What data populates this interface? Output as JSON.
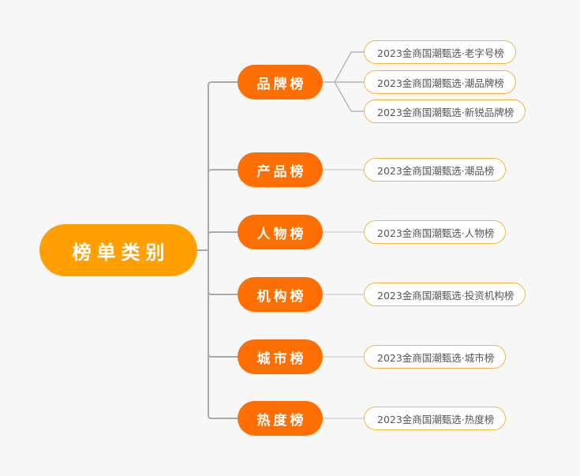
{
  "root": {
    "label": "榜单类别"
  },
  "categories": [
    {
      "label": "品牌榜",
      "items": [
        "2023金商国潮甄选·老字号榜",
        "2023金商国潮甄选·潮品牌榜",
        "2023金商国潮甄选·新锐品牌榜"
      ]
    },
    {
      "label": "产品榜",
      "items": [
        "2023金商国潮甄选·潮品榜"
      ]
    },
    {
      "label": "人物榜",
      "items": [
        "2023金商国潮甄选·人物榜"
      ]
    },
    {
      "label": "机构榜",
      "items": [
        "2023金商国潮甄选·投资机构榜"
      ]
    },
    {
      "label": "城市榜",
      "items": [
        "2023金商国潮甄选·城市榜"
      ]
    },
    {
      "label": "热度榜",
      "items": [
        "2023金商国潮甄选·热度榜"
      ]
    }
  ],
  "colors": {
    "root": "#ffa000",
    "category": "#ff6e00",
    "leaf_border": "#f4b63f",
    "connector": "#a9a9a9",
    "leaf_connector": "#cccccc"
  }
}
